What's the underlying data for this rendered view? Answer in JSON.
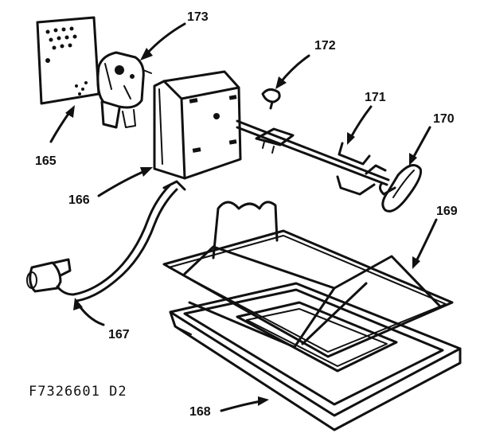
{
  "diagram": {
    "drawing_code": "F7326601 D2",
    "parts": [
      {
        "id": "p165",
        "label": "165",
        "name": "mounting-bracket"
      },
      {
        "id": "p166",
        "label": "166",
        "name": "motor-housing"
      },
      {
        "id": "p167",
        "label": "167",
        "name": "power-cord"
      },
      {
        "id": "p168",
        "label": "168",
        "name": "drip-pan"
      },
      {
        "id": "p169",
        "label": "169",
        "name": "wire-rack"
      },
      {
        "id": "p170",
        "label": "170",
        "name": "handle"
      },
      {
        "id": "p171",
        "label": "171",
        "name": "spit-fork"
      },
      {
        "id": "p172",
        "label": "172",
        "name": "thumb-screw"
      },
      {
        "id": "p173",
        "label": "173",
        "name": "motor"
      }
    ]
  }
}
